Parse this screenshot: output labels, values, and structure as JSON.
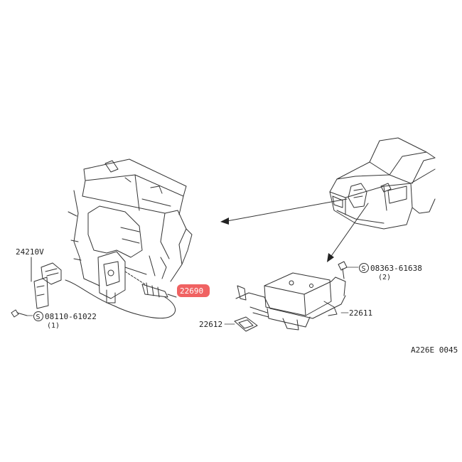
{
  "parts": {
    "bracket": "24210V",
    "bolt_left": "08110-61022",
    "bolt_left_qty": "(1)",
    "sensor": "22690",
    "screw_right": "08363-61638",
    "screw_right_qty": "(2)",
    "plate": "22612",
    "control_unit": "22611"
  },
  "symbols": {
    "standard_part": "S"
  },
  "diagram_code": "A226E 0045",
  "colors": {
    "highlight": "#f06262",
    "ink": "#333333"
  }
}
